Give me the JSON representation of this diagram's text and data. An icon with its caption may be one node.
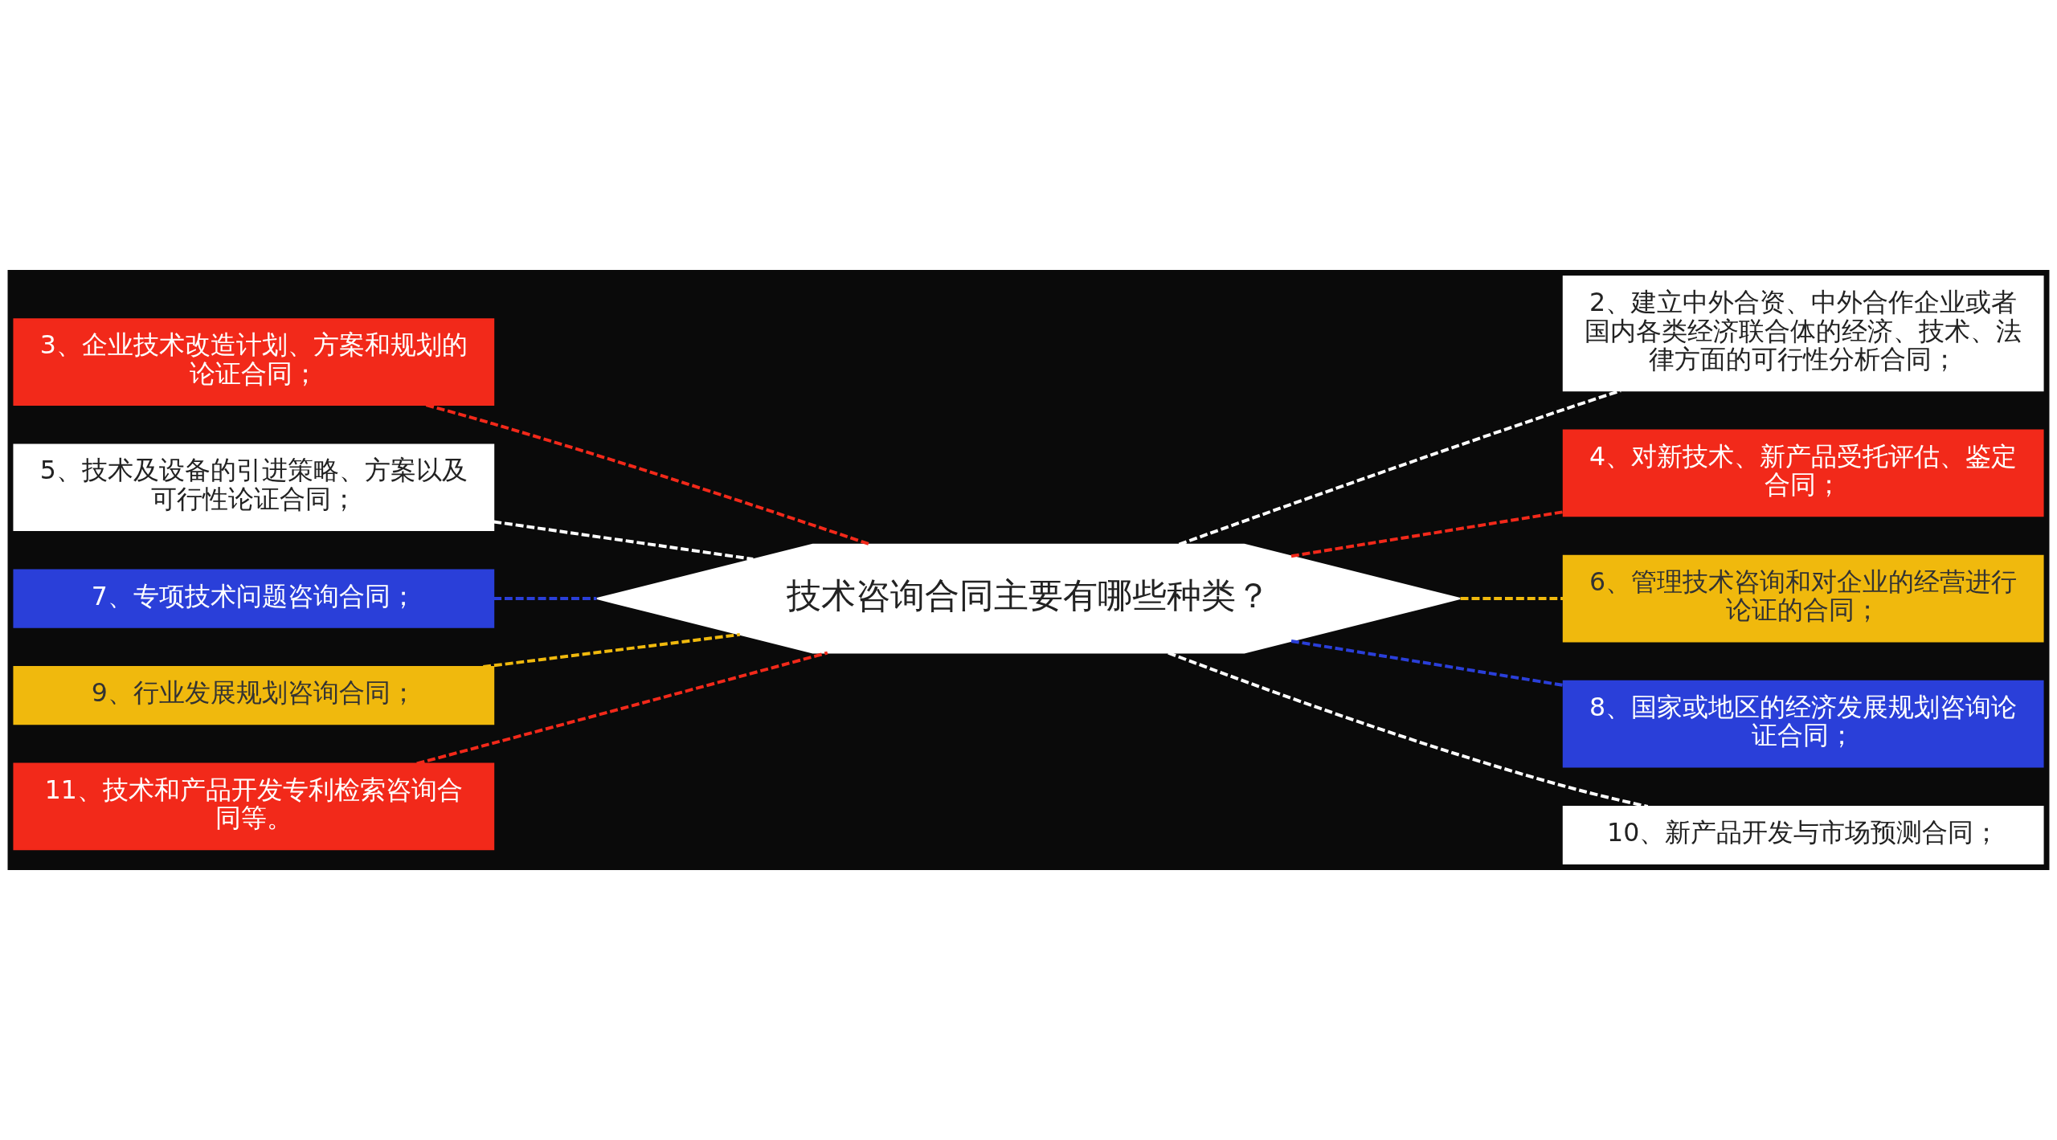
{
  "diagram": {
    "nodes": [
      {
        "text": [
          "技术咨询合同主要有哪些种类？"
        ]
      },
      {
        "text": [
          "3、企业技术改造计划、方案和规划的论证合同；"
        ]
      },
      {
        "text": [
          "5、技术及设备的引进策略、方案以及可行性论证合同；"
        ]
      },
      {
        "text": [
          "7、专项技术问题咨询合同；"
        ]
      },
      {
        "text": [
          "9、行业发展规划咨询合同；"
        ]
      },
      {
        "text": [
          "11、技术和产品开发专利检索咨询合同等。"
        ]
      },
      {
        "text": [
          "2、建立中外合资、中外合作企业或者国内各类经济联合体的经济、技术、法律方面的可行性分析合同；"
        ]
      },
      {
        "text": [
          "4、对新技术、新产品受托评估、鉴定合同；"
        ]
      },
      {
        "text": [
          "6、管理技术咨询和对企业的经营进行论证的合同；"
        ]
      },
      {
        "text": [
          "8、国家或地区的经济发展规划咨询论证合同；"
        ]
      },
      {
        "text": [
          "10、新产品开发与市场预测合同；"
        ]
      }
    ],
    "edges": [
      {
        "from": 1,
        "to": 0,
        "arrow": "none",
        "style": "dashed",
        "color": "#f2291a"
      },
      {
        "from": 2,
        "to": 0,
        "arrow": "none",
        "style": "dashed",
        "color": "#ffffff"
      },
      {
        "from": 3,
        "to": 0,
        "arrow": "none",
        "style": "dashed",
        "color": "#2a3fd9"
      },
      {
        "from": 4,
        "to": 0,
        "arrow": "none",
        "style": "dashed",
        "color": "#f0b90d"
      },
      {
        "from": 5,
        "to": 0,
        "arrow": "none",
        "style": "dashed",
        "color": "#f2291a"
      },
      {
        "from": 0,
        "to": 6,
        "arrow": "none",
        "style": "dashed",
        "color": "#ffffff"
      },
      {
        "from": 0,
        "to": 7,
        "arrow": "none",
        "style": "dashed",
        "color": "#f2291a"
      },
      {
        "from": 0,
        "to": 8,
        "arrow": "none",
        "style": "dashed",
        "color": "#f0b90d"
      },
      {
        "from": 0,
        "to": 9,
        "arrow": "none",
        "style": "dashed",
        "color": "#2a3fd9"
      },
      {
        "from": 0,
        "to": 10,
        "arrow": "none",
        "style": "dashed",
        "color": "#ffffff"
      }
    ]
  }
}
